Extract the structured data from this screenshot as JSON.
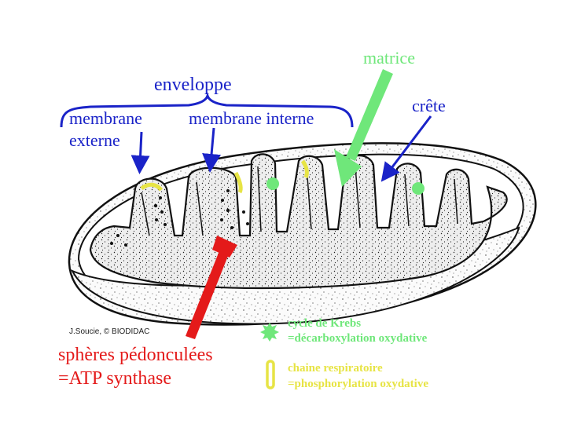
{
  "labels": {
    "enveloppe": "enveloppe",
    "membrane_externe_1": "membrane",
    "membrane_externe_2": "externe",
    "membrane_interne": "membrane interne",
    "matrice": "matrice",
    "crete": "crête",
    "spheres_1": "sphères pédonculées",
    "spheres_2": "=ATP synthase"
  },
  "credit": "J.Soucie, © BIODIDAC",
  "legend": {
    "krebs_1": "cycle de Krebs",
    "krebs_2": "=décarboxylation oxydative",
    "chain_1": "chaine respiratoire",
    "chain_2": "=phosphorylation oxydative"
  },
  "colors": {
    "blue": "#1a23c8",
    "green": "#6fe77a",
    "red": "#e41a1a",
    "yellow": "#e7e445"
  }
}
